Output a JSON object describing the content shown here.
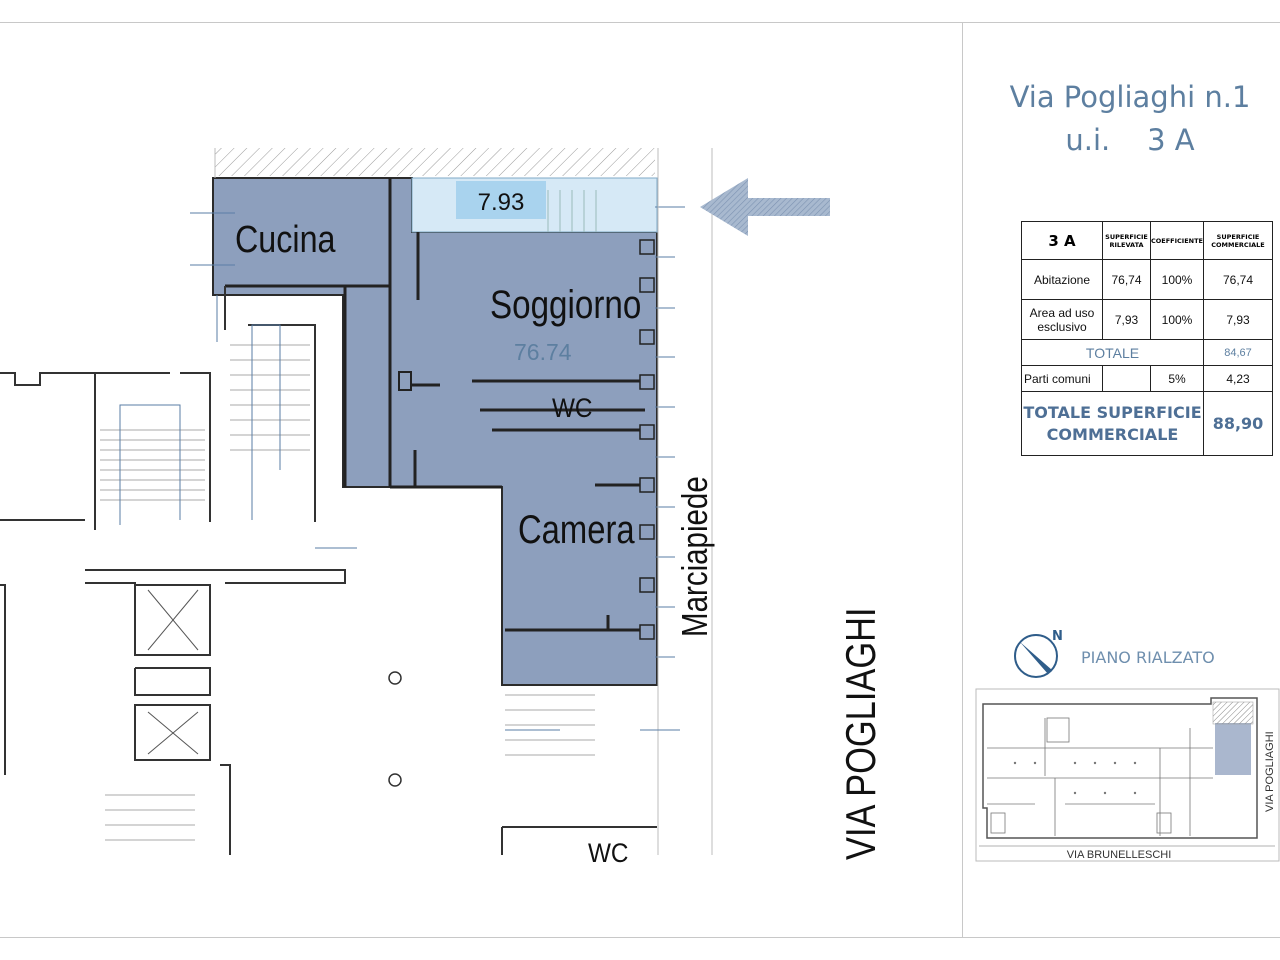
{
  "title": {
    "line1": "Via Pogliaghi n.1",
    "line2": "u.i.    3 A"
  },
  "plan": {
    "rooms": {
      "cucina": "Cucina",
      "soggiorno": "Soggiorno",
      "wc": "WC",
      "camera": "Camera",
      "wc_lower": "WC"
    },
    "area_apartment": "76.74",
    "area_exclusive": "7.93",
    "sidewalk": "Marciapiede",
    "street": "VIA POGLIAGHI"
  },
  "table": {
    "code": "3 A",
    "headers": {
      "surveyed_1": "SUPERFICIE",
      "surveyed_2": "RILEVATA",
      "coefficient": "COEFFICIENTE",
      "commercial_1": "SUPERFICIE",
      "commercial_2": "COMMERCIALE"
    },
    "rows": [
      {
        "label": "Abitazione",
        "surveyed": "76,74",
        "coefficient": "100%",
        "commercial": "76,74"
      },
      {
        "label": "Area ad uso esclusivo",
        "surveyed": "7,93",
        "coefficient": "100%",
        "commercial": "7,93"
      }
    ],
    "total_label": "TOTALE",
    "total_value": "84,67",
    "common": {
      "label": "Parti comuni",
      "coefficient": "5%",
      "commercial": "4,23"
    },
    "grand_total_line1": "TOTALE SUPERFICIE",
    "grand_total_line2": "COMMERCIALE",
    "grand_total_value": "88,90"
  },
  "legend": {
    "north": "N",
    "floor": "PIANO RIALZATO",
    "keymap_street_bottom": "VIA BRUNELLESCHI",
    "keymap_street_right": "VIA POGLIAGHI"
  },
  "colors": {
    "apartment_fill": "#8d9fbd",
    "exclusive_fill": "#d6e9f6",
    "exclusive_label_fill": "#a9d3ee",
    "arrow": "#8ea3bf",
    "title": "#5d7fa0"
  }
}
